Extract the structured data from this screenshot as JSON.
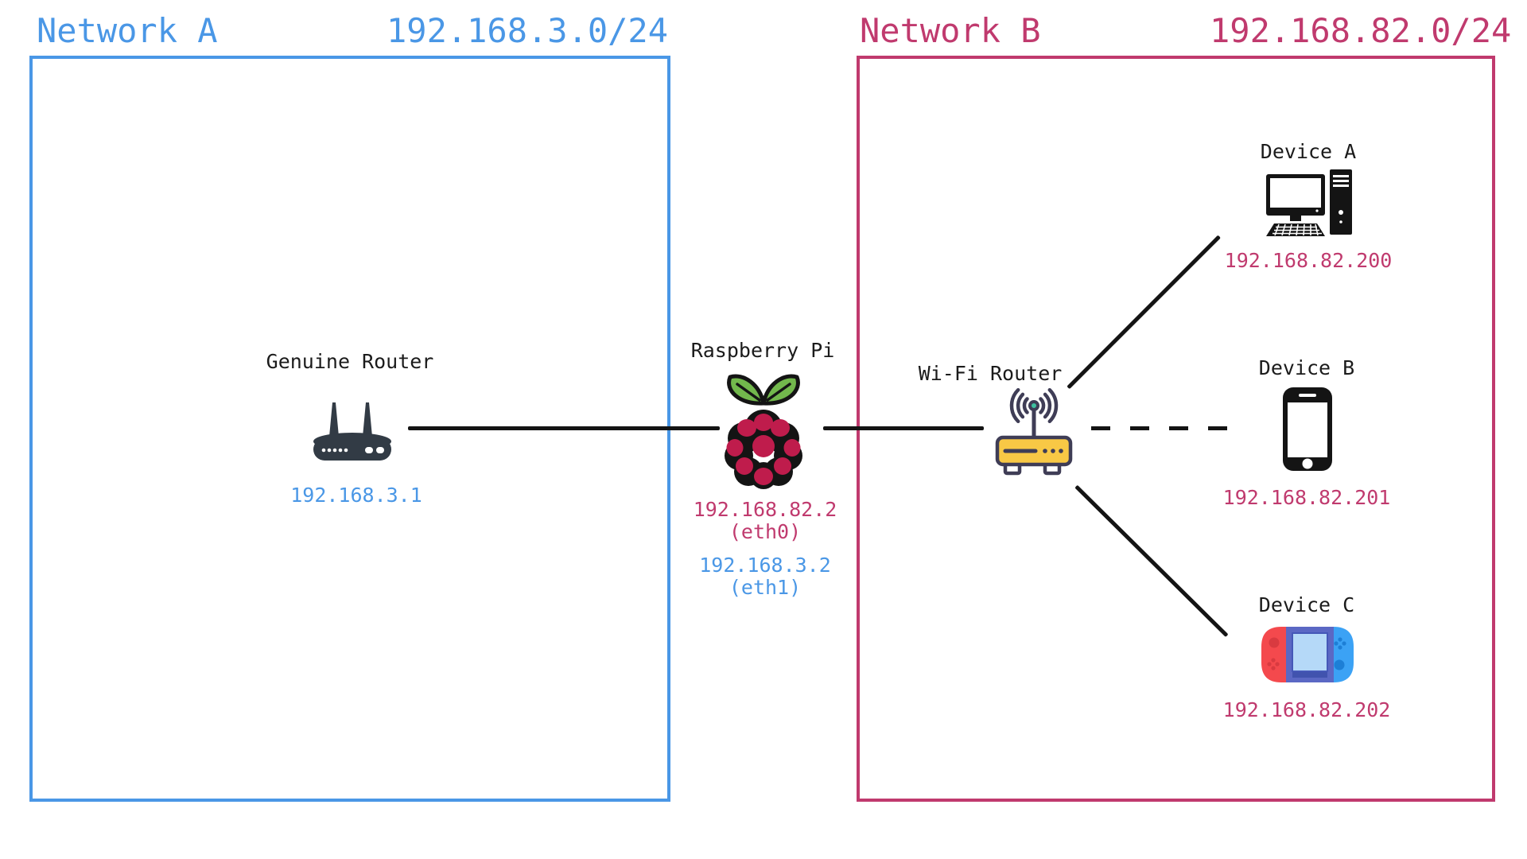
{
  "title": "Two-network Raspberry Pi routing diagram",
  "colors": {
    "blue": "#4a97e6",
    "crimson": "#c03a6e",
    "line": "#141414",
    "ink": "#1b1b1b",
    "leaf_green": "#72b84c",
    "berry": "#bf1c4c",
    "router_dark": "#323b45",
    "wifi_navy": "#3f3d56",
    "wifi_yellow": "#f8c845",
    "wifi_teal": "#3fc1a0",
    "joycon_red": "#f4494d",
    "joycon_blue": "#3ba2f5",
    "console_indigo": "#5b68c4",
    "screen_blue": "#b5d9f8"
  },
  "networks": {
    "a": {
      "name": "Network A",
      "cidr": "192.168.3.0/24"
    },
    "b": {
      "name": "Network B",
      "cidr": "192.168.82.0/24"
    }
  },
  "nodes": {
    "genuine_router": {
      "label": "Genuine Router",
      "ip": "192.168.3.1",
      "icon": "router-icon"
    },
    "raspberry_pi": {
      "label": "Raspberry Pi",
      "icon": "raspberry-pi-icon",
      "interfaces": [
        {
          "ip": "192.168.82.2",
          "name": "(eth0)"
        },
        {
          "ip": "192.168.3.2",
          "name": "(eth1)"
        }
      ]
    },
    "wifi_router": {
      "label": "Wi-Fi Router",
      "icon": "wifi-router-icon"
    },
    "device_a": {
      "label": "Device A",
      "ip": "192.168.82.200",
      "icon": "desktop-computer-icon"
    },
    "device_b": {
      "label": "Device B",
      "ip": "192.168.82.201",
      "icon": "smartphone-icon"
    },
    "device_c": {
      "label": "Device C",
      "ip": "192.168.82.202",
      "icon": "game-console-icon"
    }
  },
  "connections": [
    {
      "from": "genuine_router",
      "to": "raspberry_pi",
      "style": "solid"
    },
    {
      "from": "raspberry_pi",
      "to": "wifi_router",
      "style": "solid"
    },
    {
      "from": "wifi_router",
      "to": "device_a",
      "style": "solid"
    },
    {
      "from": "wifi_router",
      "to": "device_b",
      "style": "dashed"
    },
    {
      "from": "wifi_router",
      "to": "device_c",
      "style": "solid"
    }
  ]
}
